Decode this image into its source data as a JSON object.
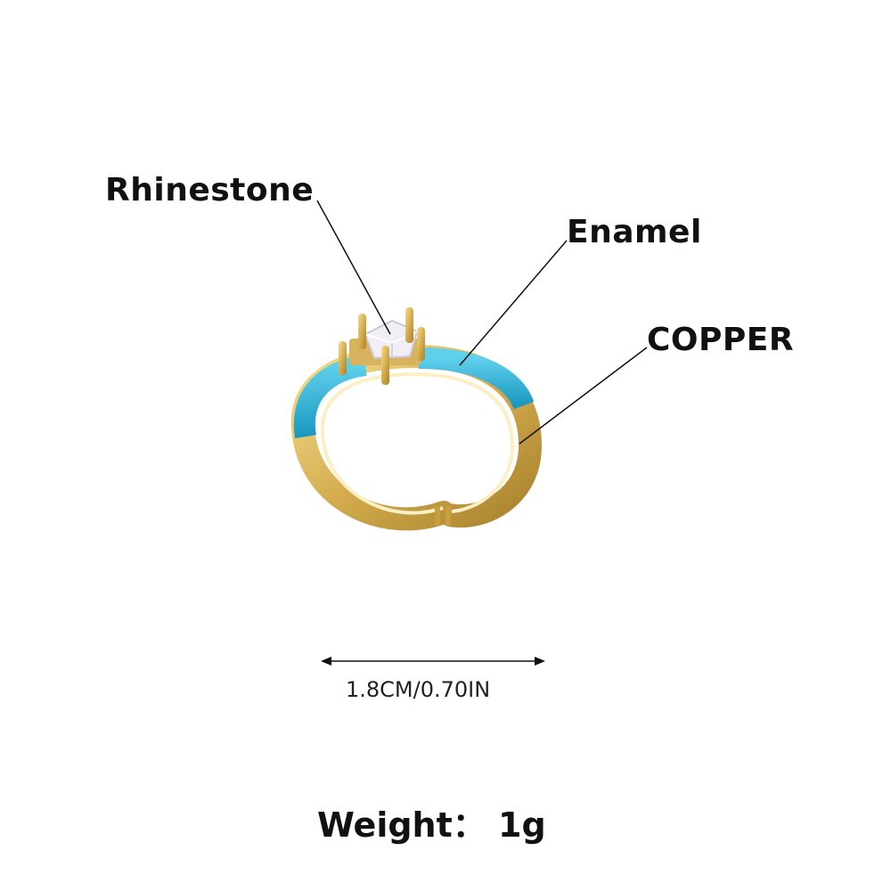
{
  "labels": {
    "rhinestone": "Rhinestone",
    "enamel": "Enamel",
    "copper": "COPPER"
  },
  "dimension": "1.8CM/0.70IN",
  "weight": "Weight：  1g",
  "colors": {
    "gold": "#d9b75a",
    "enamel_blue": "#2fb3d6",
    "stone": "#f1eef5"
  }
}
